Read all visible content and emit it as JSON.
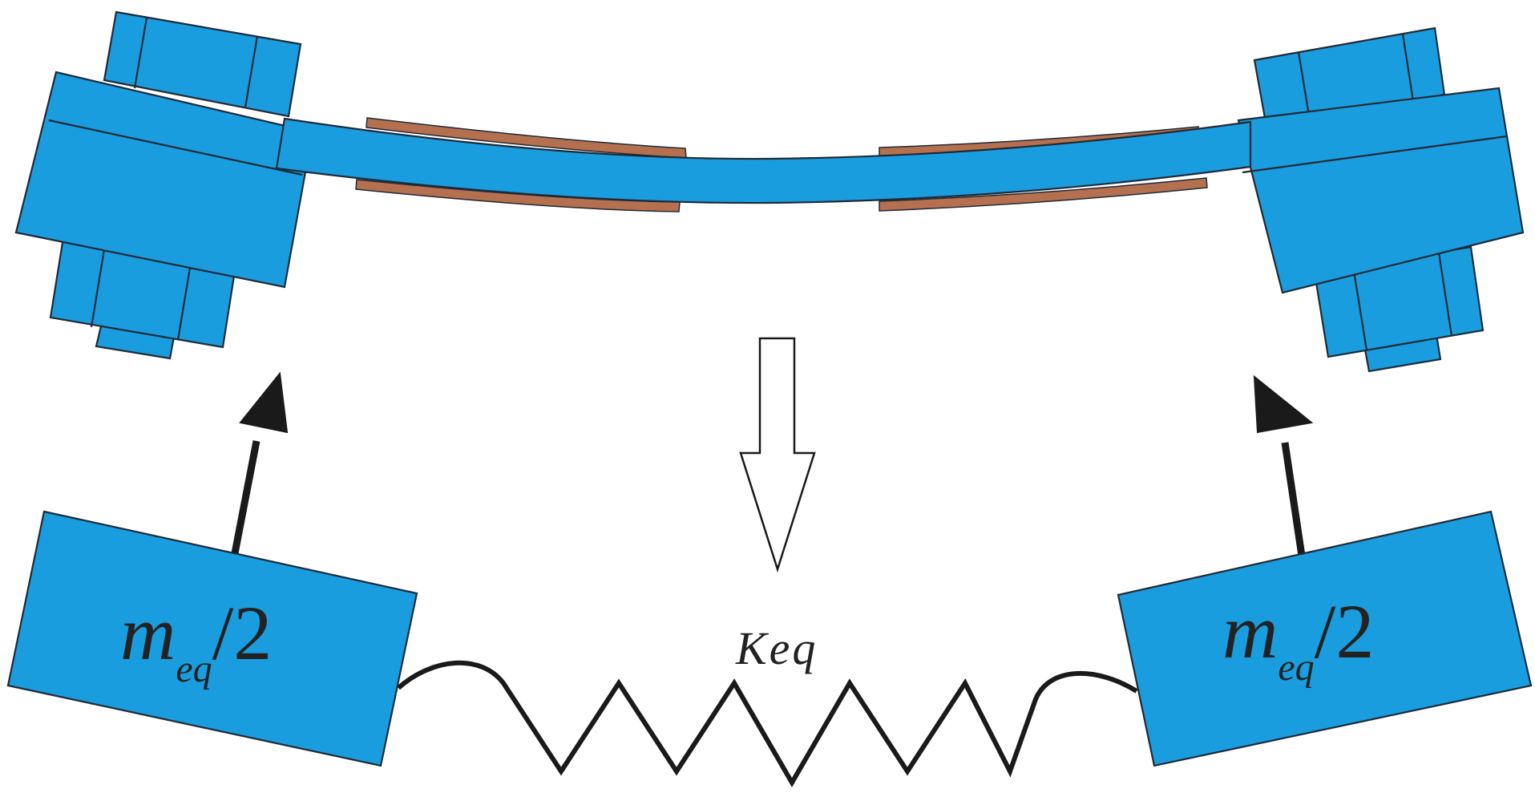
{
  "labels": {
    "mass_left_main": "m",
    "mass_left_sub": "eq",
    "mass_left_tail": "/2",
    "mass_right_main": "m",
    "mass_right_sub": "eq",
    "mass_right_tail": "/2",
    "stiffness": "Keq"
  },
  "colors": {
    "structure": "#1a9ddf",
    "piezo_patch": "#b5704f",
    "outline": "#1f2a36",
    "arrow": "#1a1a1a"
  }
}
